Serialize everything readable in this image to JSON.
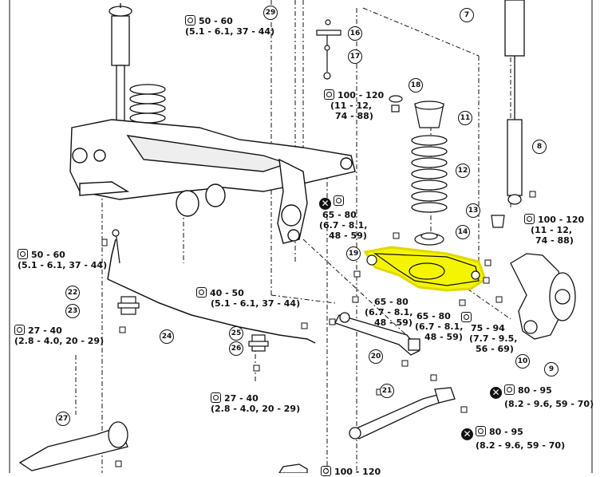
{
  "torque_specs": [
    {
      "id": "t-top-center",
      "value": "50 - 60",
      "units": "(5.1 - 6.1, 37 - 44)"
    },
    {
      "id": "t-mid-center",
      "value": "100 - 120",
      "units1": "(11 - 12,",
      "units2": "74 - 88)"
    },
    {
      "id": "t-ctrl-arm-left",
      "value": "65 - 80",
      "units1": "(6.7 - 8.1,",
      "units2": "48 - 59)"
    },
    {
      "id": "t-right-upper",
      "value": "100 - 120",
      "units1": "(11 - 12,",
      "units2": "74 - 88)"
    },
    {
      "id": "t-left",
      "value": "50 - 60",
      "units": "(5.1 - 6.1, 37 - 44)"
    },
    {
      "id": "t-stabilizer",
      "value": "40 - 50",
      "units": "(5.1 - 6.1, 37 - 44)"
    },
    {
      "id": "t-arm-mid",
      "value": "65 - 80",
      "units1": "(6.7 - 8.1,",
      "units2": "48 - 59)"
    },
    {
      "id": "t-arm-mid2",
      "value": "65 - 80",
      "units1": "(6.7 - 8.1,",
      "units2": "48 - 59)"
    },
    {
      "id": "t-knuckle",
      "value": "75 - 94",
      "units1": "(7.7 - 9.5,",
      "units2": "56 - 69)"
    },
    {
      "id": "t-left-lower",
      "value": "27 - 40",
      "units": "(2.8 - 4.0, 20 - 29)"
    },
    {
      "id": "t-center-lower",
      "value": "27 - 40",
      "units": "(2.8 - 4.0, 20 - 29)"
    },
    {
      "id": "t-right-lower1",
      "value": "80 - 95",
      "units": "(8.2 - 9.6, 59 - 70)"
    },
    {
      "id": "t-right-lower2",
      "value": "80 - 95",
      "units": "(8.2 - 9.6, 59 - 70)"
    },
    {
      "id": "t-bottom",
      "value": "100 - 120"
    }
  ],
  "callouts": [
    "29",
    "16",
    "17",
    "18",
    "7",
    "11",
    "12",
    "8",
    "13",
    "14",
    "19",
    "22",
    "23",
    "24",
    "25",
    "26",
    "20",
    "10",
    "9",
    "21",
    "27"
  ],
  "highlight_color": "#f5f500"
}
